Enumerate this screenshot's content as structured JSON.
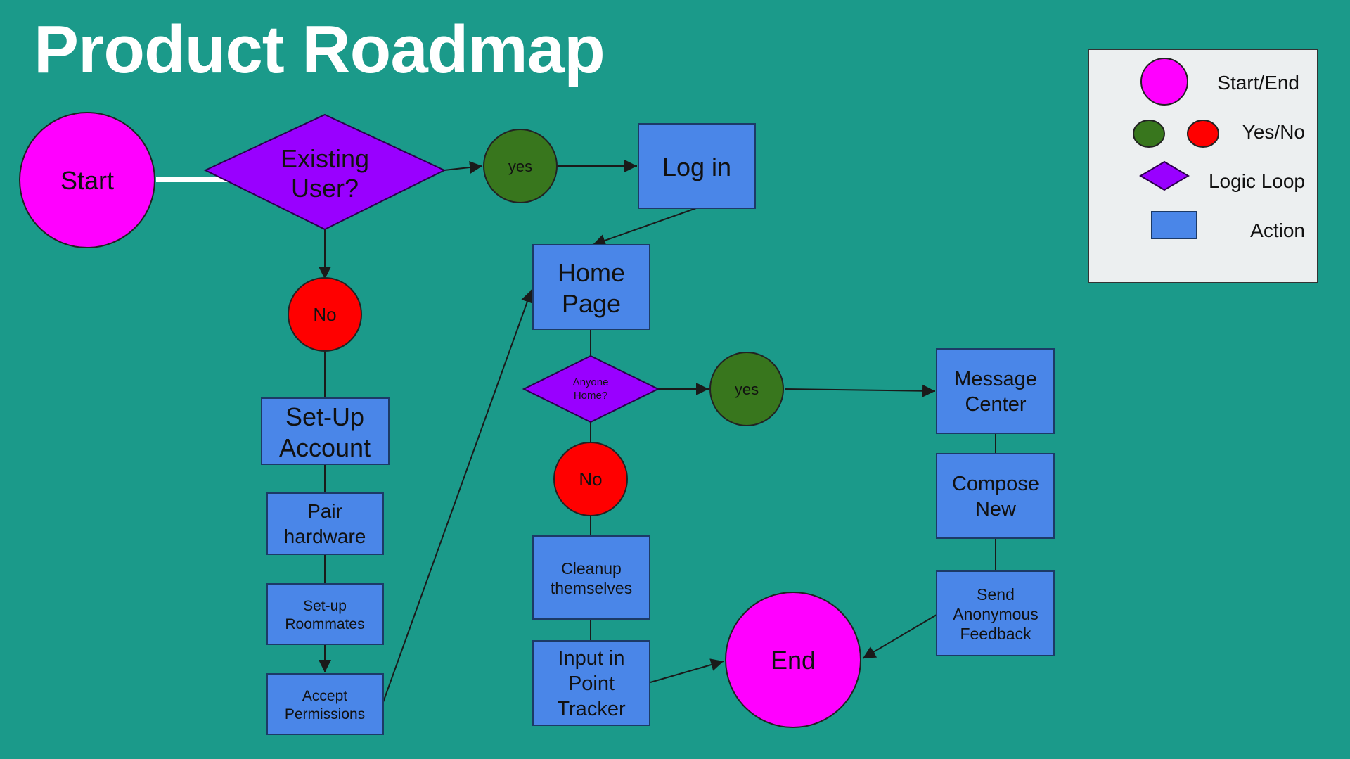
{
  "title": "Product Roadmap",
  "colors": {
    "background": "#1b9a8a",
    "start_end": "#ff00ff",
    "yes": "#38761d",
    "no": "#ff0000",
    "logic": "#9900ff",
    "action": "#4a86e8",
    "legend_bg": "#eceff0"
  },
  "nodes": {
    "start": "Start",
    "existing_user": [
      "Existing",
      "User?"
    ],
    "yes1": "yes",
    "log_in": "Log in",
    "no1": "No",
    "setup_account": [
      "Set-Up",
      "Account"
    ],
    "pair_hardware": [
      "Pair",
      "hardware"
    ],
    "setup_roommates": [
      "Set-up",
      "Roommates"
    ],
    "accept_permissions": [
      "Accept",
      "Permissions"
    ],
    "home_page": [
      "Home",
      "Page"
    ],
    "anyone_home": [
      "Anyone",
      "Home?"
    ],
    "yes2": "yes",
    "no2": "No",
    "cleanup": [
      "Cleanup",
      "themselves"
    ],
    "input_point": [
      "Input in",
      "Point",
      "Tracker"
    ],
    "message_center": [
      "Message",
      "Center"
    ],
    "compose_new": [
      "Compose",
      "New"
    ],
    "send_feedback": [
      "Send",
      "Anonymous",
      "Feedback"
    ],
    "end": "End"
  },
  "legend": {
    "start_end": "Start/End",
    "yes_no": "Yes/No",
    "logic_loop": "Logic Loop",
    "action": "Action"
  }
}
